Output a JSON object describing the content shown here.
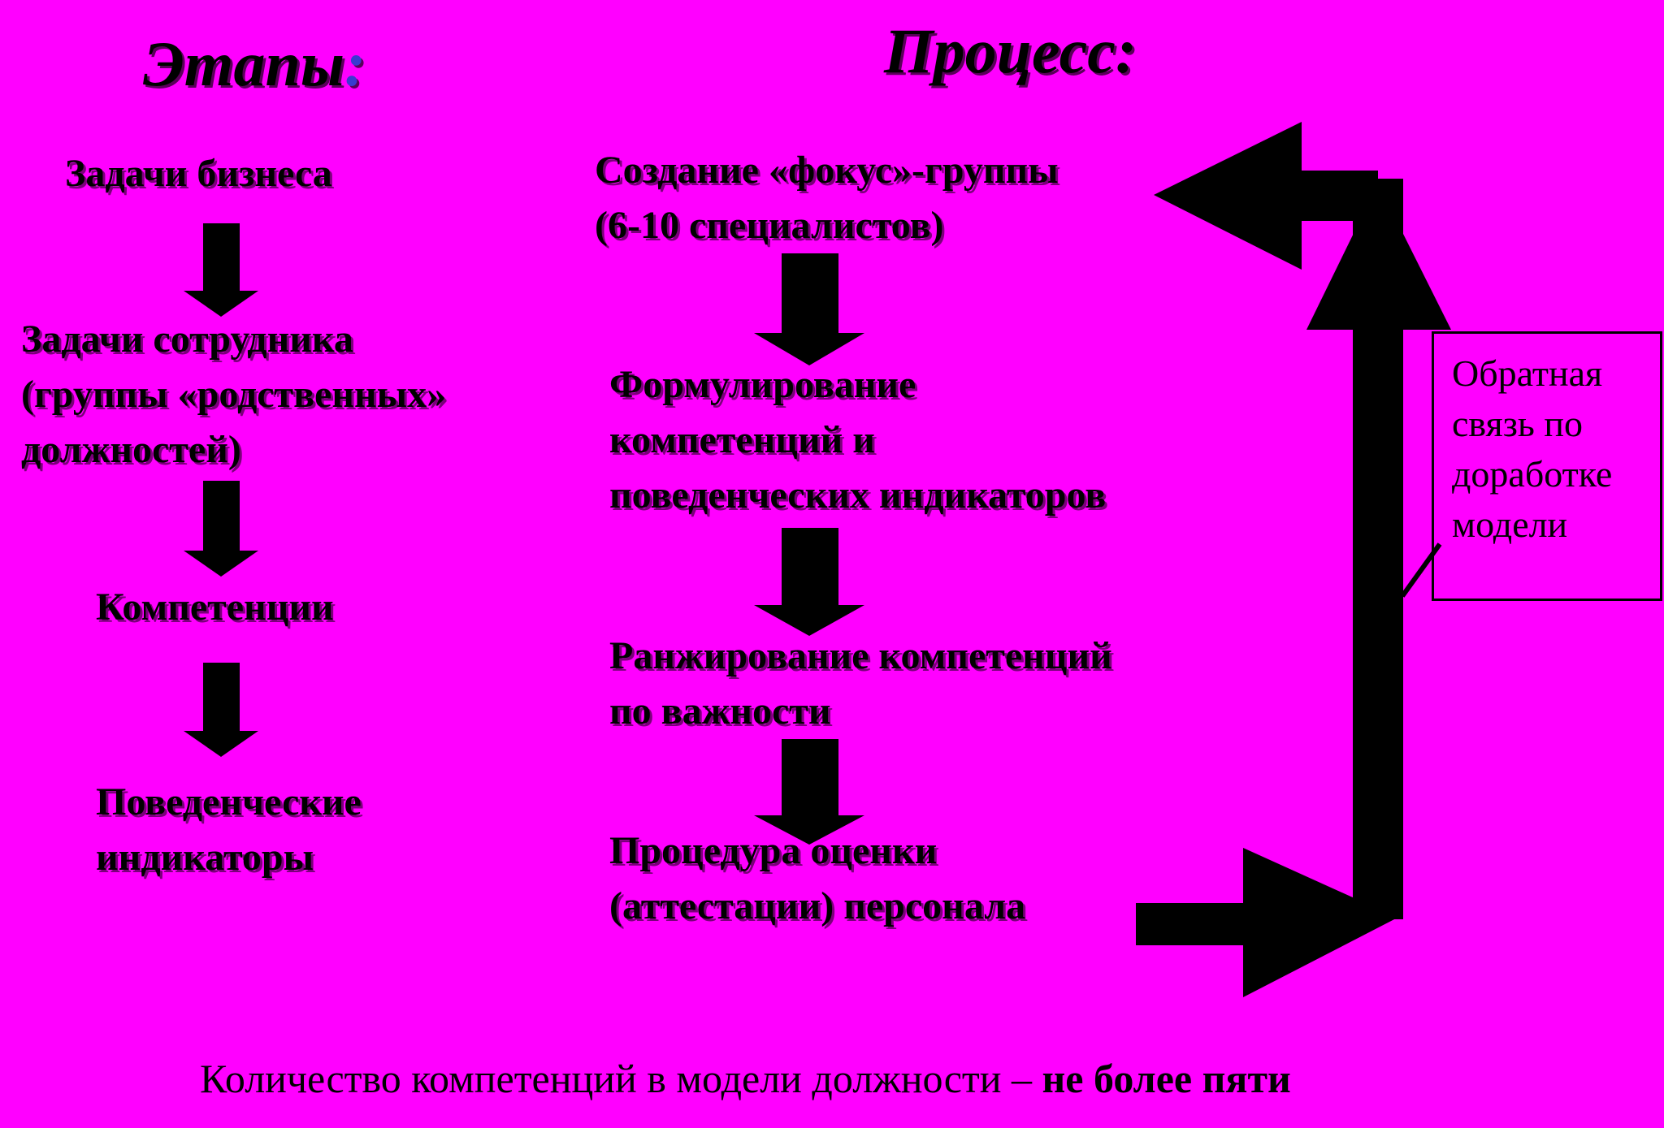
{
  "headings": {
    "stages": "Этапы",
    "stages_colon": ":",
    "process": "Процесс:"
  },
  "stages": [
    "Задачи бизнеса",
    "Задачи сотрудника\n(группы «родственных»\nдолжностей)",
    "Компетенции",
    "Поведенческие\nиндикаторы"
  ],
  "process": [
    "Создание «фокус»-группы\n(6-10 специалистов)",
    "Формулирование\nкомпетенций и\nповеденческих индикаторов",
    "Ранжирование компетенций\nпо важности",
    "Процедура оценки\n(аттестации) персонала"
  ],
  "feedback_note": "Обратная\nсвязь по\nдоработке\nмодели",
  "footer": {
    "text": "Количество компетенций в модели должности – ",
    "emphasis": "не более пяти"
  },
  "colors": {
    "background": "#ff00ff",
    "arrows": "#000000",
    "colon_accent": "#3a3ad0"
  }
}
